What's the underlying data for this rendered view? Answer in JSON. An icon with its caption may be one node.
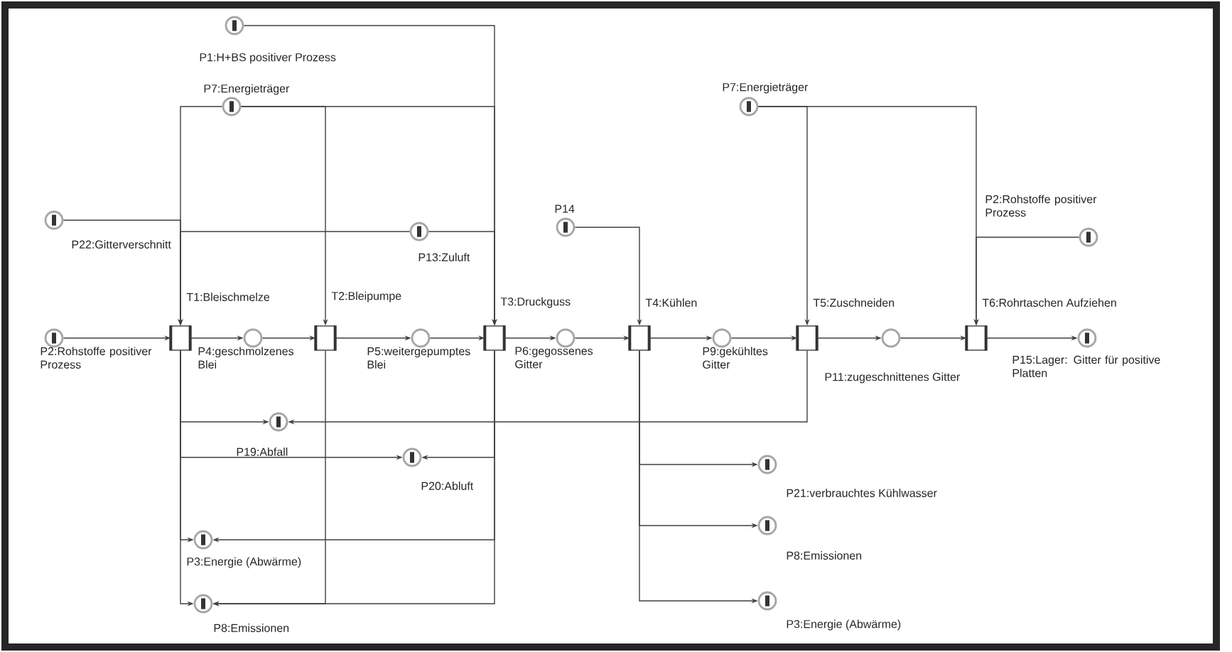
{
  "diagram": {
    "nodes": [
      {
        "text": [
          "P1:H+BS positiver Prozess"
        ]
      },
      {
        "text": [
          "P7:Energieträger"
        ]
      },
      {
        "text": [
          "P22:Gitterverschnitt"
        ]
      },
      {
        "text": [
          "P13:Zuluft"
        ]
      },
      {
        "text": [
          "P14"
        ]
      },
      {
        "text": [
          "P7:Energieträger"
        ]
      },
      {
        "text": [
          "P2:Rohstoffe positiver Prozess"
        ]
      },
      {
        "text": [
          "P2:Rohstoffe positiver Prozess"
        ]
      },
      {
        "text": [
          "T1:Bleischmelze"
        ]
      },
      {
        "text": [
          "P4:geschmolzenes Blei"
        ]
      },
      {
        "text": [
          "T2:Bleipumpe"
        ]
      },
      {
        "text": [
          "P5:weitergepumptes Blei"
        ]
      },
      {
        "text": [
          "T3:Druckguss"
        ]
      },
      {
        "text": [
          "P6:gegossenes Gitter"
        ]
      },
      {
        "text": [
          "T4:Kühlen"
        ]
      },
      {
        "text": [
          "P9:gekühltes Gitter"
        ]
      },
      {
        "text": [
          "T5:Zuschneiden"
        ]
      },
      {
        "text": [
          "P11:zugeschnittenes Gitter"
        ]
      },
      {
        "text": [
          "T6:Rohrtaschen Aufziehen"
        ]
      },
      {
        "text": [
          "P15:Lager: Gitter für positive Platten"
        ]
      },
      {
        "text": [
          "P19:Abfall"
        ]
      },
      {
        "text": [
          "P20:Abluft"
        ]
      },
      {
        "text": [
          "P3:Energie (Abwärme)"
        ]
      },
      {
        "text": [
          "P8:Emissionen"
        ]
      },
      {
        "text": [
          "P21:verbrauchtes Kühlwasser"
        ]
      },
      {
        "text": [
          "P8:Emissionen"
        ]
      },
      {
        "text": [
          "P3:Energie (Abwärme)"
        ]
      }
    ],
    "edges": [
      {
        "from": 7,
        "to": 8,
        "arrow": "to"
      },
      {
        "from": 8,
        "to": 9,
        "arrow": "to"
      },
      {
        "from": 9,
        "to": 10,
        "arrow": "to"
      },
      {
        "from": 10,
        "to": 11,
        "arrow": "to"
      },
      {
        "from": 11,
        "to": 12,
        "arrow": "to"
      },
      {
        "from": 12,
        "to": 13,
        "arrow": "to"
      },
      {
        "from": 13,
        "to": 14,
        "arrow": "to"
      },
      {
        "from": 14,
        "to": 15,
        "arrow": "to"
      },
      {
        "from": 15,
        "to": 16,
        "arrow": "to"
      },
      {
        "from": 16,
        "to": 17,
        "arrow": "to"
      },
      {
        "from": 17,
        "to": 18,
        "arrow": "to"
      },
      {
        "from": 18,
        "to": 19,
        "arrow": "to"
      },
      {
        "from": 0,
        "to": 12,
        "arrow": "to"
      },
      {
        "from": 1,
        "to": 8,
        "arrow": "to"
      },
      {
        "from": 1,
        "to": 10,
        "arrow": "to"
      },
      {
        "from": 1,
        "to": 12,
        "arrow": "to"
      },
      {
        "from": 2,
        "to": 8,
        "arrow": "to"
      },
      {
        "from": 3,
        "to": 8,
        "arrow": "to"
      },
      {
        "from": 3,
        "to": 12,
        "arrow": "to"
      },
      {
        "from": 4,
        "to": 14,
        "arrow": "to"
      },
      {
        "from": 5,
        "to": 16,
        "arrow": "to"
      },
      {
        "from": 5,
        "to": 18,
        "arrow": "to"
      },
      {
        "from": 6,
        "to": 18,
        "arrow": "to"
      },
      {
        "from": 8,
        "to": 20,
        "arrow": "to"
      },
      {
        "from": 16,
        "to": 20,
        "arrow": "to"
      },
      {
        "from": 8,
        "to": 21,
        "arrow": "to"
      },
      {
        "from": 12,
        "to": 21,
        "arrow": "to"
      },
      {
        "from": 8,
        "to": 22,
        "arrow": "to"
      },
      {
        "from": 12,
        "to": 22,
        "arrow": "to"
      },
      {
        "from": 8,
        "to": 23,
        "arrow": "to"
      },
      {
        "from": 10,
        "to": 23,
        "arrow": "to"
      },
      {
        "from": 12,
        "to": 23,
        "arrow": "to"
      },
      {
        "from": 14,
        "to": 24,
        "arrow": "to"
      },
      {
        "from": 14,
        "to": 25,
        "arrow": "to"
      },
      {
        "from": 14,
        "to": 26,
        "arrow": "to"
      }
    ]
  }
}
